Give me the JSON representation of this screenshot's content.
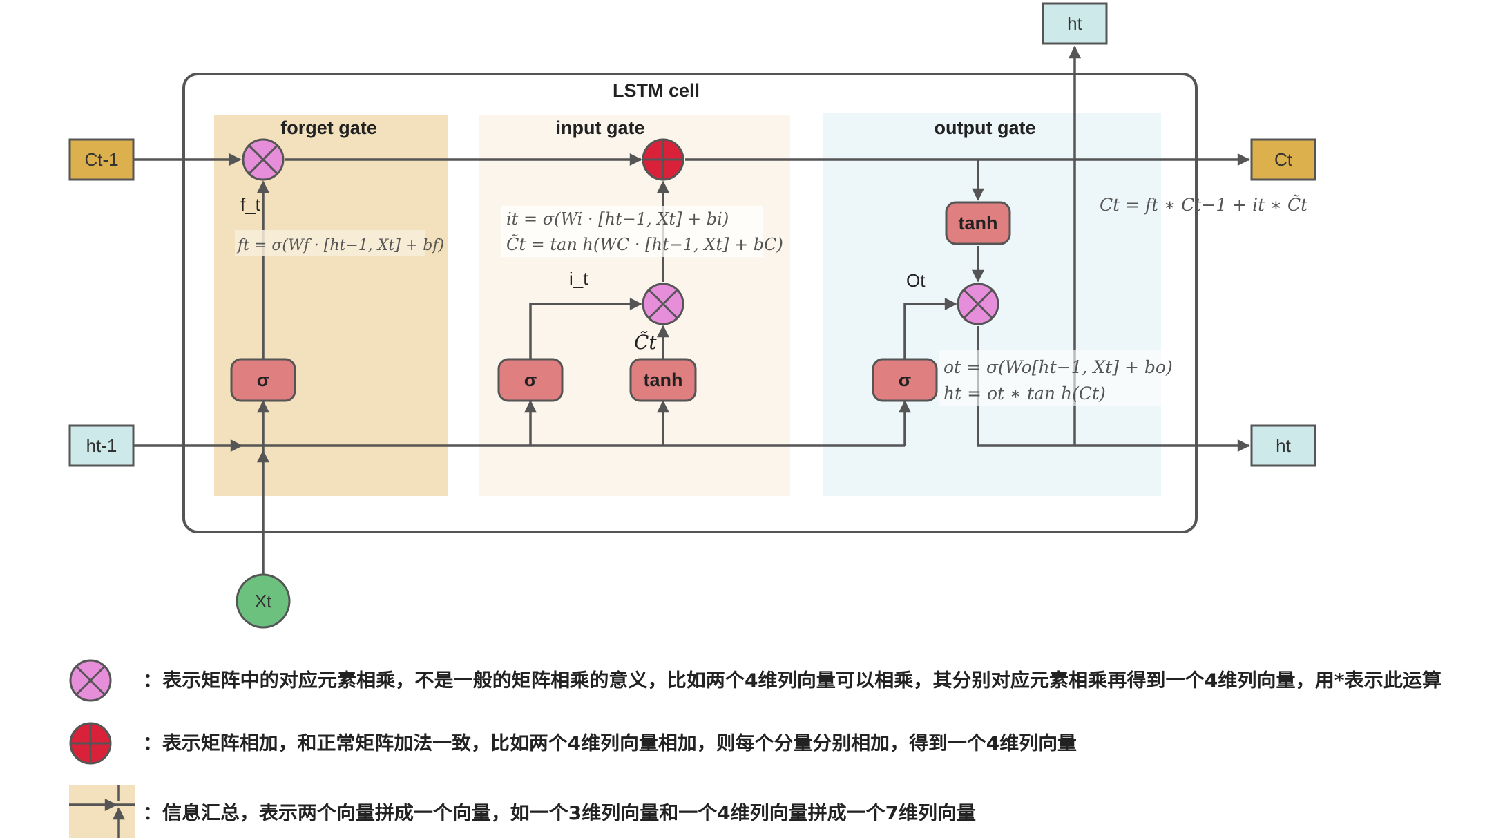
{
  "title": "LSTM cell",
  "gates": {
    "forget": "forget gate",
    "input": "input gate",
    "output": "output gate"
  },
  "io": {
    "c_prev": "Ct-1",
    "h_prev": "ht-1",
    "x": "Xt",
    "c_out": "Ct",
    "h_out": "ht",
    "h_top": "ht"
  },
  "ops": {
    "sigma": "σ",
    "tanh": "tanh"
  },
  "labels": {
    "f_t": "f_t",
    "i_t": "i_t",
    "o_t": "Ot",
    "c_tilde": "C̃t"
  },
  "formulas": {
    "forget": "ft = σ(Wf · [ht−1, Xt] + bf)",
    "input_i": "it = σ(Wi · [ht−1, Xt] + bi)",
    "input_c": "C̃t = tan h(WC · [ht−1, Xt] + bC)",
    "cell": "Ct = ft ∗ Ct−1 + it ∗ C̃t",
    "output_o": "ot = σ(Wo[ht−1, Xt] + bo)",
    "output_h": "ht = ot ∗ tan h(Ct)"
  },
  "legend": [
    {
      "symbol": "multiply-icon",
      "text": "：表示矩阵中的对应元素相乘，不是一般的矩阵相乘的意义，比如两个4维列向量可以相乘，其分别对应元素相乘再得到一个4维列向量，用*表示此运算"
    },
    {
      "symbol": "add-icon",
      "text": "：表示矩阵相加，和正常矩阵加法一致，比如两个4维列向量相加，则每个分量分别相加，得到一个4维列向量"
    },
    {
      "symbol": "concat-icon",
      "text": "：信息汇总，表示两个向量拼成一个向量，如一个3维列向量和一个4维列向量拼成一个7维列向量"
    }
  ],
  "colors": {
    "forget_bg": "#F2E1BC",
    "input_bg": "#FBF5EC",
    "output_bg": "#EDF6F8",
    "cell_box": "#DDB04E",
    "h_box": "#CDE9EA",
    "x_circle": "#6DC17E",
    "op_box": "#E07F80",
    "multiply": "#E78EDB",
    "add": "#D9213A",
    "line": "#555555"
  }
}
